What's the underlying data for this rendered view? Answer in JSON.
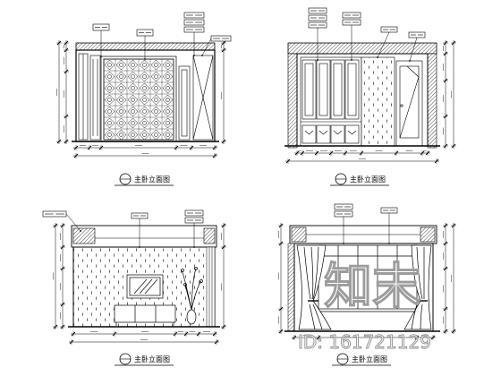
{
  "drawings": [
    {
      "title": "主卧立面图"
    },
    {
      "title": "主卧立面图"
    },
    {
      "title": "主卧立面图"
    },
    {
      "title": "主卧立面图"
    }
  ],
  "watermark": {
    "logo": "知末",
    "id": "ID: 161721129"
  },
  "colors": {
    "line": "#000000",
    "background": "#ffffff",
    "watermark_outline": "#9c9c9c"
  }
}
